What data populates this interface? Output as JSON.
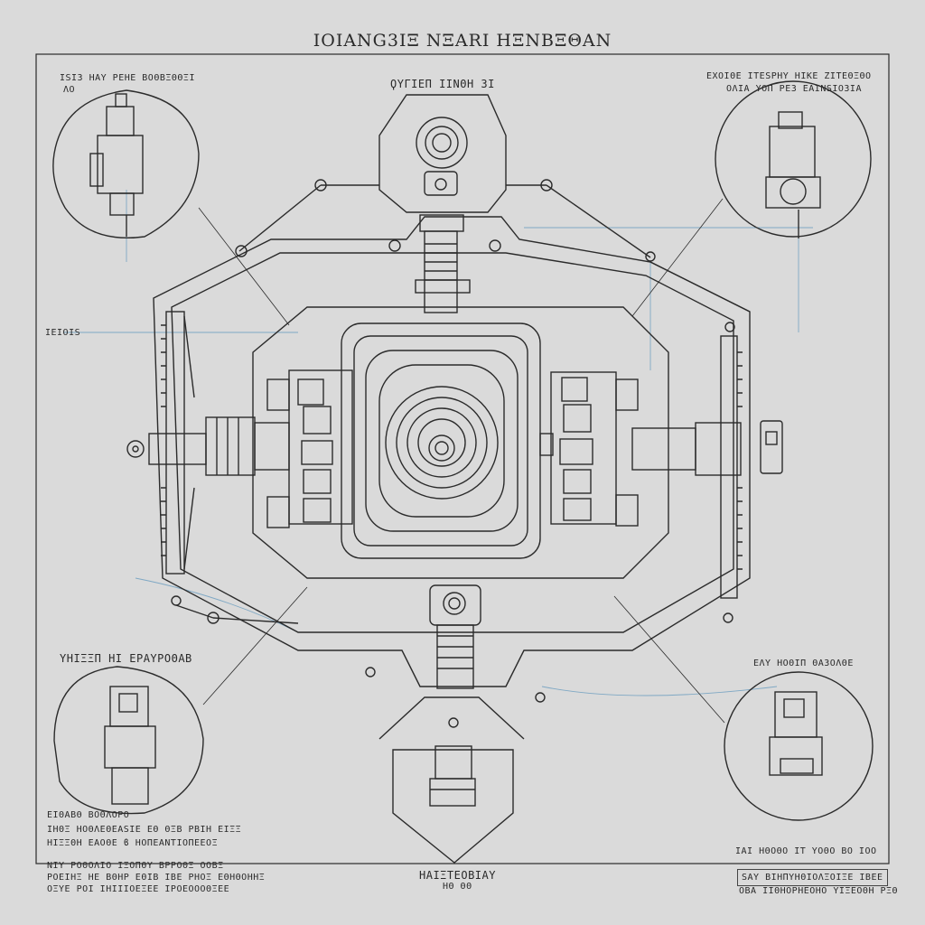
{
  "title": "ΙΟΙΑΝG3ΙΞ NΞΑRΙ ΗΞNΒΞΘΑΝ",
  "labels": {
    "top_center": "ϘΥΓΙΕΠ ΙΙΝΘΗ 3Ι",
    "top_left_1": "ΙЅΙ3 ΗΑΥ ΡΕΗΕ ΒΟΘΒΞΘΘΞΙ",
    "top_left_2": "ΛΟ",
    "top_right_1": "ΕΧΟΙΘΕ ΙΤΕЅΡΗΥ ΗΙΚΕ ΖΙΤΕΘΞΘΟ",
    "top_right_2": "ΟΛΙΑ ΥΟΠ ΡΕ3 ΕΑΙΝЅΙΟ3ΙΑ",
    "left_marker": "ΙΕΙΟΙЅ",
    "mid_left": "ΥΗΙΞΞΠ ΗΙ ΕΡΑΥΡΟΘΑΒ",
    "mid_right": "ΕΛΥ ΗΟΘΙΠ ΘΑ3ΟΛΘΕ",
    "bottom_left_1": "ΕΙΘΑΒΘ             ΒΟΘΛΟΡΟ",
    "bottom_left_2": "ΙΗΘΞ ΗΟΘΛΕΘΕΑЅΙΕ ΕΘ ΘΞΒ ΡΒΙΗ ΕΙΞΞ",
    "bottom_left_3": "ΗΙΞΞΘΗ ΕΑΟΘΕ  ϐ  ΗΟΠΕΑΝΤΙΟΠΕΕΟΞ",
    "bottom_left_4": "ΝΙΥ ΡΟΘΟΛΙΟ ΙΞΟΠΘΥ ΒΡΡΟΘΞ ΟΟΒΞ",
    "bottom_left_5": "ΡΟΕΙΗΞ ΗΕ ΒΘΗΡ ΕΘΙΒ ΙΒΕ ΡΗΟΞ ΕΘΗΘΟΗΗΞ",
    "bottom_left_6": "ΟΞΥΕ ΡΟΙ ΙΗΙΙΙΟΕΞΕΕ  ΙΡΟΕΟΟΟΘΞΕΕ",
    "bottom_center_1": "ΗΑΙΞΤΕΟΒΙΑΥ",
    "bottom_center_2": "ΗΘ ΘΘ",
    "bottom_right_1": "ΙΑΙ ΗΘΟΘΟ ΙΤ ΥΟΘΟ ΒΟ ΙΟΟ",
    "bottom_right_2": "ЅΑΥ ΒΙΗΠΥΗΘΙΟΛΞΟΙΞΕ ΙΒΕΕ",
    "bottom_right_3": "ΟΒΑ ΙΙΘΗΟΡΗΕΟΗΟ ΥΙΞΕΟΘΗ ΡΞΘ"
  },
  "colors": {
    "paper": "#dadada",
    "ink": "#2a2a2a",
    "accent_line": "#7fa8c4"
  }
}
